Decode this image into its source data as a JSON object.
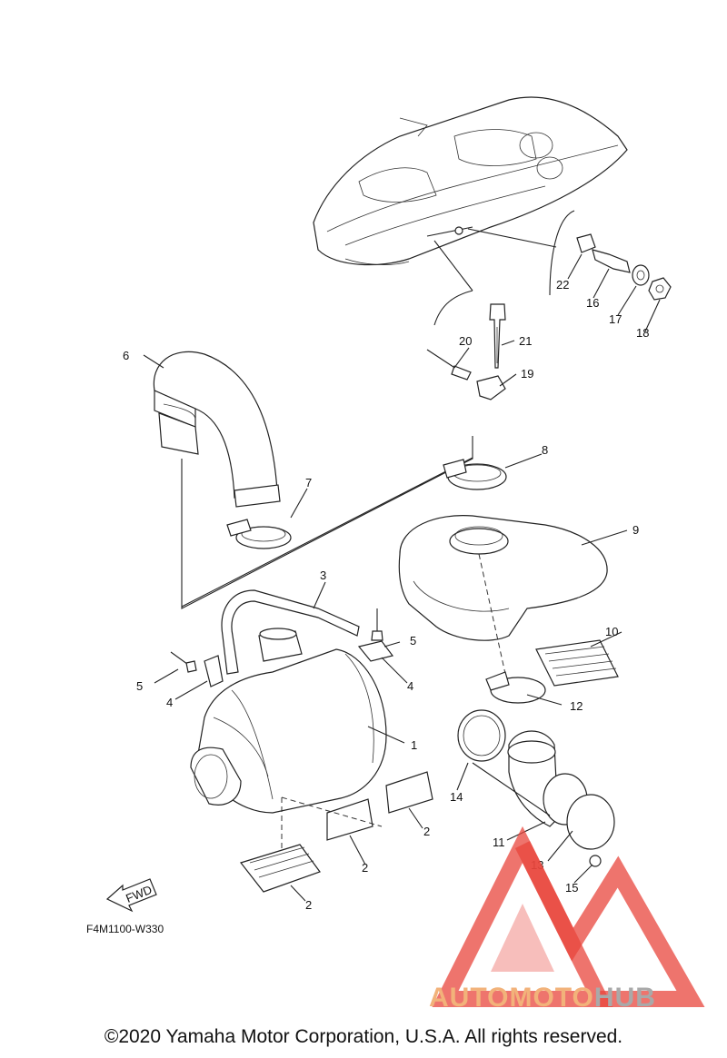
{
  "diagram": {
    "callouts": [
      "1",
      "2",
      "2",
      "2",
      "3",
      "4",
      "4",
      "5",
      "5",
      "6",
      "7",
      "8",
      "9",
      "10",
      "11",
      "12",
      "13",
      "14",
      "15",
      "16",
      "17",
      "18",
      "19",
      "20",
      "21",
      "22"
    ],
    "direction_label": "FWD",
    "reference_code": "F4M1100-W330"
  },
  "footer": {
    "copyright": "©2020 Yamaha Motor Corporation, U.S.A. All rights reserved."
  },
  "watermark": {
    "brand_part1": "AUTOMOTO",
    "brand_part2": "HUB",
    "color_main": "#e8453c",
    "color_accent": "#f2b27a",
    "color_gray": "#a9a9a9"
  }
}
